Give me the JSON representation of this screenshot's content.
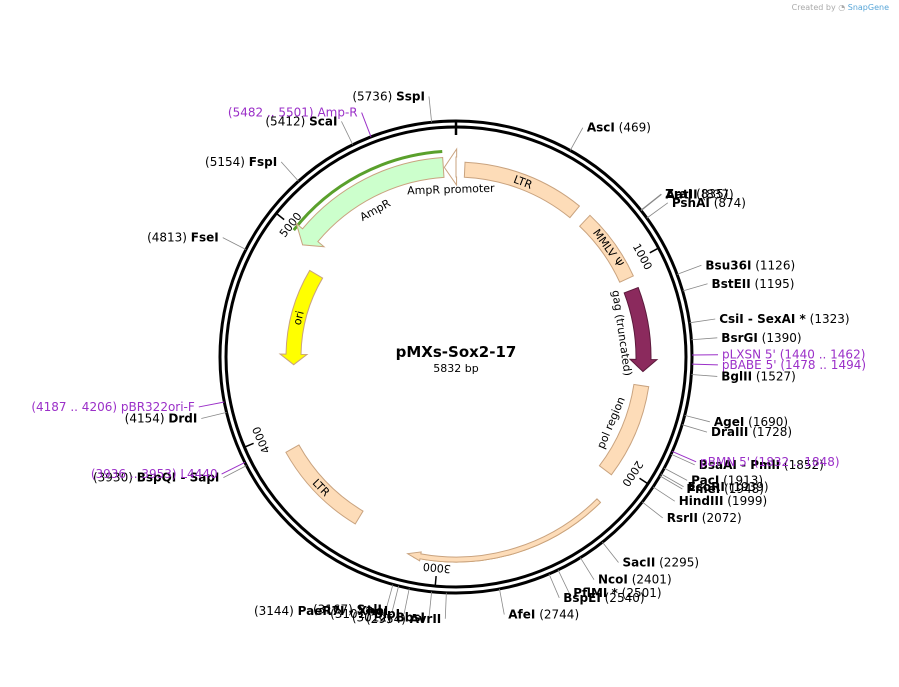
{
  "credit": {
    "prefix": "Created by",
    "brand": "SnapGene"
  },
  "plasmid": {
    "name": "pMXs-Sox2-17",
    "size_label": "5832 bp",
    "total_bp": 5832
  },
  "ruler": [
    {
      "label": "1000",
      "bp": 1000
    },
    {
      "label": "2000",
      "bp": 2000
    },
    {
      "label": "3000",
      "bp": 3000
    },
    {
      "label": "4000",
      "bp": 4000
    },
    {
      "label": "5000",
      "bp": 5000
    }
  ],
  "features": [
    {
      "name": "LTR",
      "label": "LTR",
      "start": 43,
      "end": 636,
      "dir": "none",
      "color": "#fddcb8"
    },
    {
      "name": "mmlv-psi",
      "label": "MMLV Ψ",
      "start": 703,
      "end": 1060,
      "dir": "none",
      "color": "#fddcb8"
    },
    {
      "name": "gag-truncated",
      "label": "gag (truncated)",
      "start": 1120,
      "end": 1530,
      "dir": "cw",
      "color": "#8b2a5d"
    },
    {
      "name": "pol-region",
      "label": "pol region",
      "start": 1600,
      "end": 2060,
      "dir": "none",
      "color": "#fddcb8"
    },
    {
      "name": "big-orf",
      "label": "",
      "start": 2190,
      "end": 3140,
      "dir": "cw",
      "color": "#fddcb8"
    },
    {
      "name": "LTR-2",
      "label": "LTR",
      "start": 3420,
      "end": 3900,
      "dir": "none",
      "color": "#fddcb8"
    },
    {
      "name": "ori",
      "label": "ori",
      "start": 4330,
      "end": 4870,
      "dir": "ccw",
      "color": "#ffff00"
    },
    {
      "name": "AmpR",
      "label": "AmpR",
      "start": 4960,
      "end": 5770,
      "dir": "ccw",
      "color": "#ccffcc"
    },
    {
      "name": "AmpR-promoter",
      "label": "AmpR promoter",
      "start": 5775,
      "end": 5832,
      "dir": "ccw",
      "color": "#ffffff"
    }
  ],
  "enzymes": [
    {
      "name": "SspI",
      "pos": "(5736)",
      "bp": 5736
    },
    {
      "name": "AscI",
      "pos": "(469)",
      "bp": 469
    },
    {
      "name": "ZraI",
      "pos": "(835)",
      "bp": 835
    },
    {
      "name": "AatII",
      "pos": "(837)",
      "bp": 837
    },
    {
      "name": "PshAI",
      "pos": "(874)",
      "bp": 874
    },
    {
      "name": "Bsu36I",
      "pos": "(1126)",
      "bp": 1126
    },
    {
      "name": "BstEII",
      "pos": "(1195)",
      "bp": 1195
    },
    {
      "name": "CsiI  -  SexAI *",
      "pos": "(1323)",
      "bp": 1323
    },
    {
      "name": "BsrGI",
      "pos": "(1390)",
      "bp": 1390
    },
    {
      "name": "BglII",
      "pos": "(1527)",
      "bp": 1527
    },
    {
      "name": "AgeI",
      "pos": "(1690)",
      "bp": 1690
    },
    {
      "name": "DraIII",
      "pos": "(1728)",
      "bp": 1728
    },
    {
      "name": "BsaAI  -  PmlI",
      "pos": "(1852)",
      "bp": 1852
    },
    {
      "name": "PacI",
      "pos": "(1913)",
      "bp": 1913
    },
    {
      "name": "EcoRI",
      "pos": "(1939)",
      "bp": 1939
    },
    {
      "name": "PmeI",
      "pos": "(1948)",
      "bp": 1948
    },
    {
      "name": "HindIII",
      "pos": "(1999)",
      "bp": 1999
    },
    {
      "name": "RsrII",
      "pos": "(2072)",
      "bp": 2072
    },
    {
      "name": "SacII",
      "pos": "(2295)",
      "bp": 2295
    },
    {
      "name": "NcoI",
      "pos": "(2401)",
      "bp": 2401
    },
    {
      "name": "PflMI *",
      "pos": "(2501)",
      "bp": 2501
    },
    {
      "name": "BspEI",
      "pos": "(2540)",
      "bp": 2540
    },
    {
      "name": "AfeI",
      "pos": "(2744)",
      "bp": 2744
    },
    {
      "name": "AvrII",
      "pos": "(2954)",
      "bp": 2954
    },
    {
      "name": "BbsI",
      "pos": "(3012)",
      "bp": 3012
    },
    {
      "name": "BlpI",
      "pos": "(3101)",
      "bp": 3101
    },
    {
      "name": "PaeR7I  -  XhoI",
      "pos": "(3144)",
      "bp": 3144
    },
    {
      "name": "SalI",
      "pos": "(3167)",
      "bp": 3167
    },
    {
      "name": "BspQI  -  SapI",
      "pos": "(3930)",
      "bp": 3930
    },
    {
      "name": "DrdI",
      "pos": "(4154)",
      "bp": 4154
    },
    {
      "name": "FseI",
      "pos": "(4813)",
      "bp": 4813
    },
    {
      "name": "FspI",
      "pos": "(5154)",
      "bp": 5154
    },
    {
      "name": "ScaI",
      "pos": "(5412)",
      "bp": 5412
    }
  ],
  "primers": [
    {
      "name": "Amp-R",
      "range": "(5482 .. 5501)",
      "bp": 5490
    },
    {
      "name": "pLXSN 5'",
      "range": "(1440 .. 1462)",
      "bp": 1450
    },
    {
      "name": "pBABE 5'",
      "range": "(1478 .. 1494)",
      "bp": 1486
    },
    {
      "name": "pBMN 5'",
      "range": "(1832 .. 1848)",
      "bp": 1840
    },
    {
      "name": "pBR322ori-F",
      "range": "(4187 .. 4206)",
      "bp": 4196
    },
    {
      "name": "L4440",
      "range": "(3936 .. 3953)",
      "bp": 3944
    }
  ]
}
